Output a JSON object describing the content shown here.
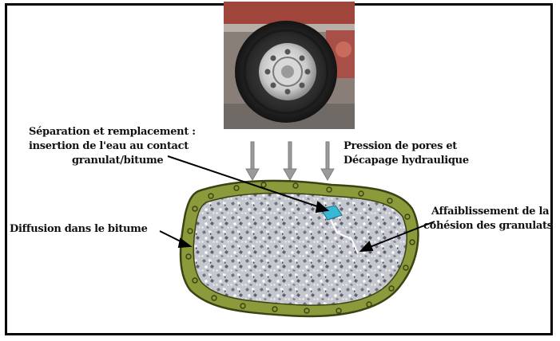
{
  "labels": {
    "separation_line1": "Séparation et remplacement :",
    "separation_line2": "insertion de l'eau au contact",
    "separation_line3": "granulat/bitume",
    "pressure_line1": "Pression de pores et",
    "pressure_line2": "Décapage hydraulique",
    "diffusion": "Diffusion dans le bitume",
    "weakening_line1": "Affaiblissement de la",
    "weakening_line2": "cohésion des granulats"
  },
  "colors": {
    "bitumen_film": "#8b9a3a",
    "bitumen_dark": "#3c4214",
    "aggregate": "#b9bcc4",
    "water": "#38b8d4",
    "arrow_gray": "#9a9a9a",
    "border": "#000000"
  },
  "icons": {
    "truck_wheel": "truck-wheel-photo",
    "load_arrows": "down-arrow",
    "pointer_arrows": "arrow"
  }
}
